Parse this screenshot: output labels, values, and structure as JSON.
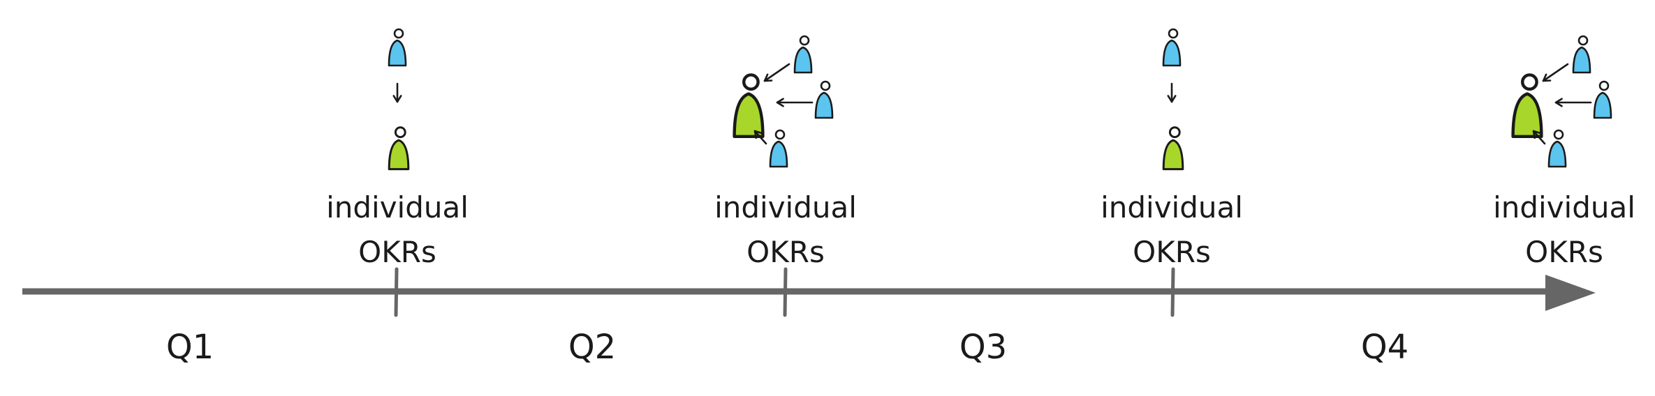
{
  "milestones": [
    {
      "line1": "individual",
      "line2": "OKRs",
      "pattern": "one-to-one"
    },
    {
      "line1": "individual",
      "line2": "OKRs",
      "pattern": "many-to-one"
    },
    {
      "line1": "individual",
      "line2": "OKRs",
      "pattern": "one-to-one"
    },
    {
      "line1": "individual",
      "line2": "OKRs",
      "pattern": "many-to-one"
    }
  ],
  "quarters": [
    "Q1",
    "Q2",
    "Q3",
    "Q4"
  ],
  "colors": {
    "axis": "#666666",
    "person_blue": "#5bc4ef",
    "person_green": "#a8d62a",
    "stroke": "#1a1a1a"
  },
  "icons": {
    "axis_arrow": "arrow-right-icon",
    "person": "person-icon",
    "flow": "arrow-icon"
  }
}
